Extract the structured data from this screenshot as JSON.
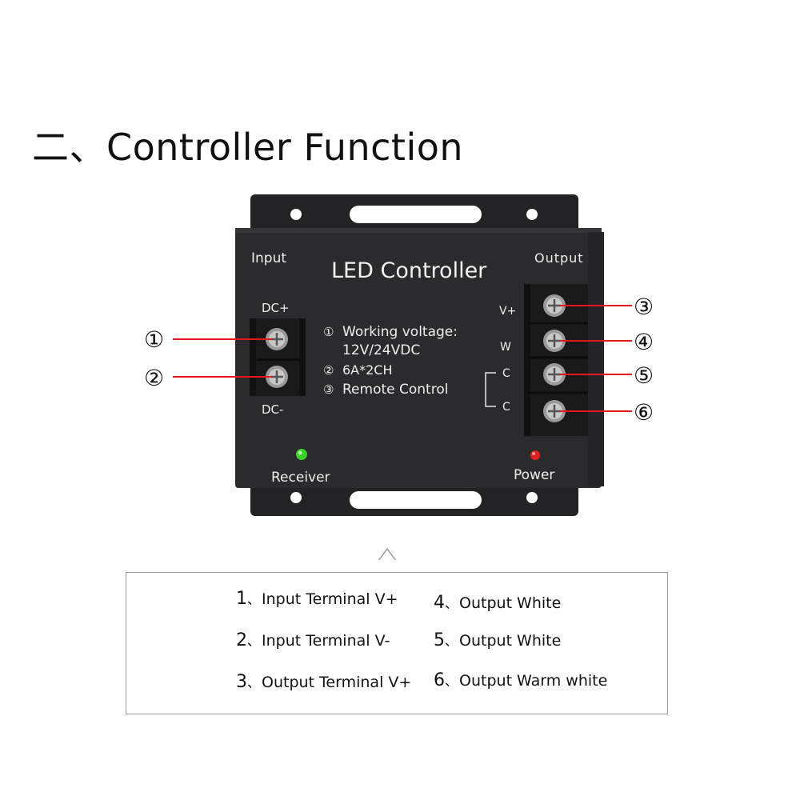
{
  "heading": {
    "prefix": "二、",
    "title": "Controller Function"
  },
  "device": {
    "label": "LED Controller",
    "input_label": "Input",
    "output_label": "Output",
    "dc_plus": "DC+",
    "dc_minus": "DC-",
    "spec_lines": [
      {
        "marker": "①",
        "text": "Working voltage:"
      },
      {
        "marker": "",
        "text": "12V/24VDC"
      },
      {
        "marker": "②",
        "text": "6A*2CH"
      },
      {
        "marker": "③",
        "text": "Remote Control"
      }
    ],
    "output_terminals": [
      "V+",
      "W",
      "C",
      "C"
    ],
    "receiver_label": "Receiver",
    "power_label": "Power",
    "colors": {
      "body": "#2b2b2d",
      "receiver_led": "#3bd12a",
      "power_led": "#e02020",
      "callout_line": "#e8161b"
    }
  },
  "callouts": [
    "①",
    "②",
    "③",
    "④",
    "⑤",
    "⑥"
  ],
  "legend": {
    "items": [
      {
        "num": "1",
        "sep": "、",
        "text": "Input Terminal V+"
      },
      {
        "num": "2",
        "sep": "、",
        "text": "Input Terminal V-"
      },
      {
        "num": "3",
        "sep": "、",
        "text": "Output Terminal V+"
      },
      {
        "num": "4",
        "sep": "、",
        "text": "Output White"
      },
      {
        "num": "5",
        "sep": "、",
        "text": "Output White"
      },
      {
        "num": "6",
        "sep": "、",
        "text": "Output Warm white"
      }
    ]
  }
}
